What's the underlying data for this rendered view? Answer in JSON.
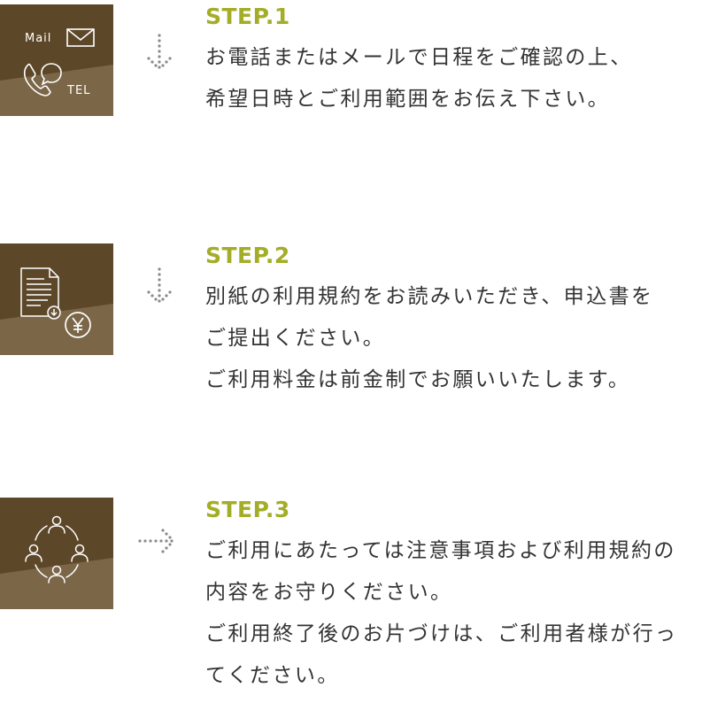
{
  "colors": {
    "tile_dark": "#5d4729",
    "tile_light": "#7b6648",
    "accent": "#a3ad27",
    "body_text": "#333333",
    "arrow": "#8a8a8a"
  },
  "steps": [
    {
      "title": "STEP.1",
      "icon": "mail-tel-icon",
      "mail_label": "Mail",
      "tel_label": "TEL",
      "arrow": "down",
      "lines": [
        "お電話またはメールで日程をご確認の上、",
        "希望日時とご利用範囲をお伝え下さい。"
      ]
    },
    {
      "title": "STEP.2",
      "icon": "document-yen-icon",
      "arrow": "down",
      "lines": [
        "別紙の利用規約をお読みいただき、申込書を",
        "ご提出ください。",
        "ご利用料金は前金制でお願いいたします。"
      ]
    },
    {
      "title": "STEP.3",
      "icon": "people-circle-icon",
      "arrow": "right",
      "lines": [
        "ご利用にあたっては注意事項および利用規約の",
        "内容をお守りください。",
        "ご利用終了後のお片づけは、ご利用者様が行っ",
        "てください。"
      ]
    }
  ]
}
